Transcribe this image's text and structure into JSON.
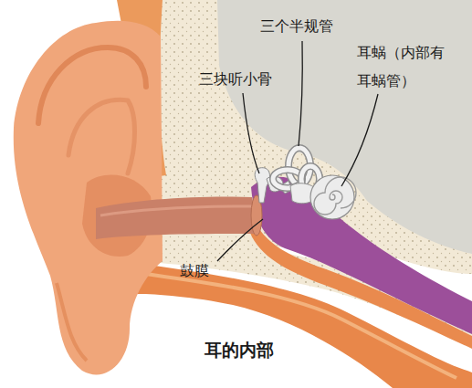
{
  "diagram": {
    "title": "耳的内部",
    "labels": [
      "三个半规管",
      "三块听小骨",
      "耳蜗（内部有 耳蜗管）",
      "鼓膜"
    ]
  }
}
